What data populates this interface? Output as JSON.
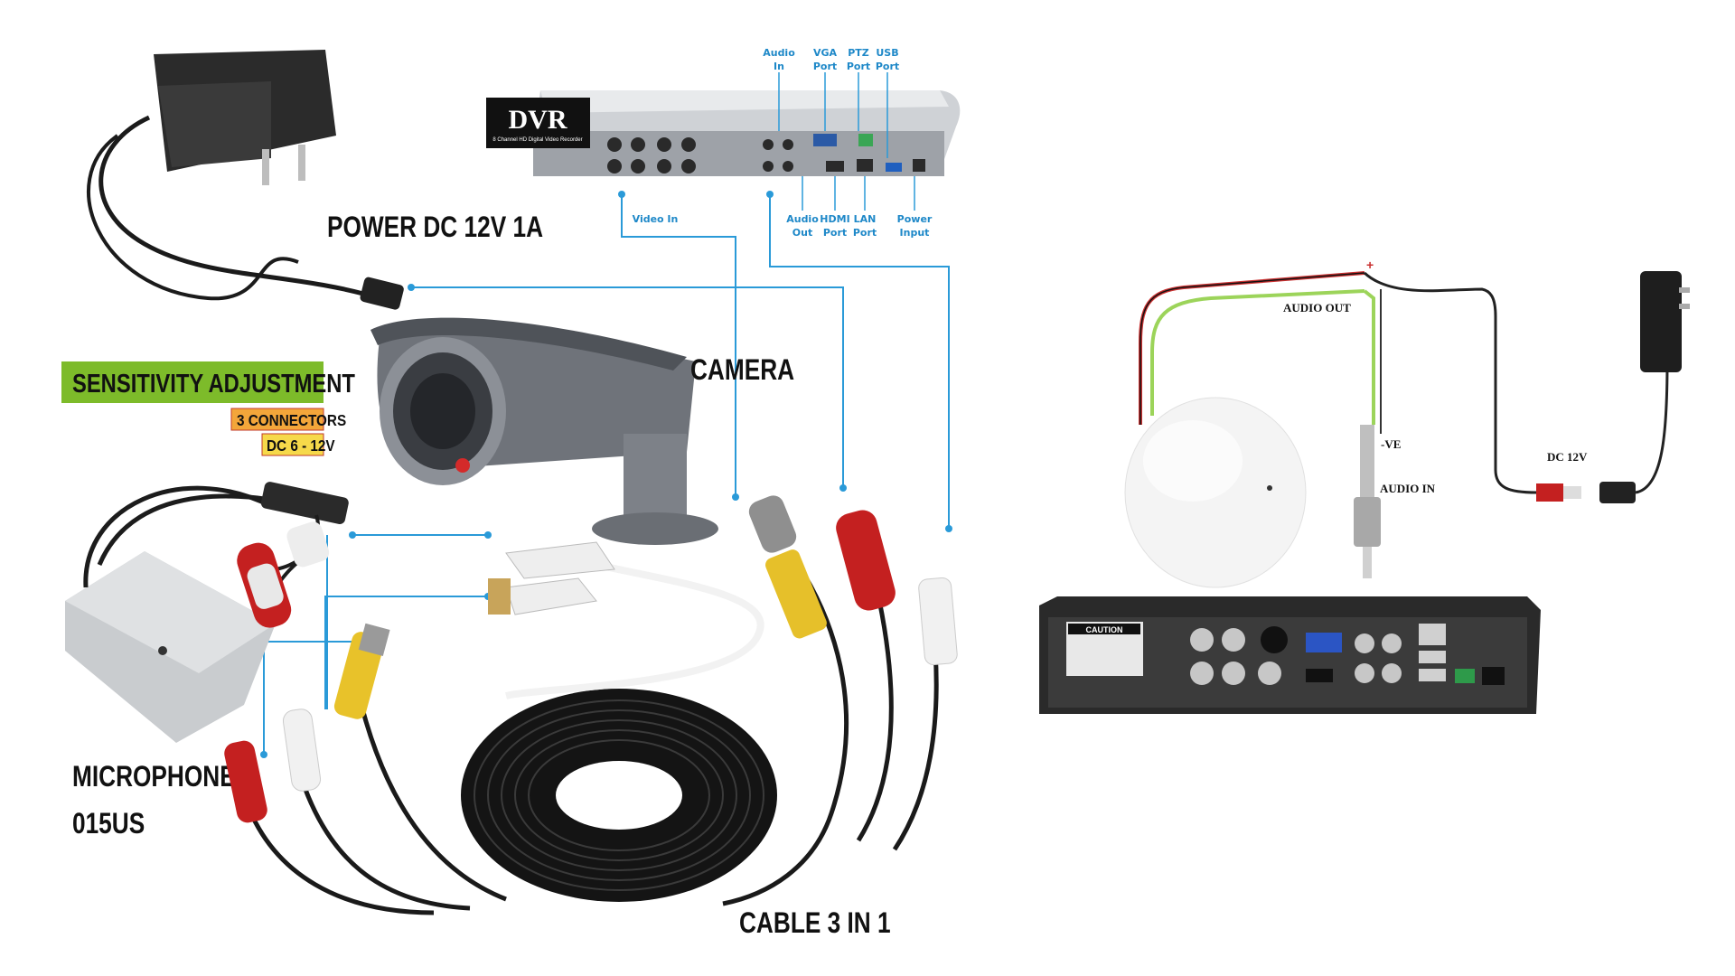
{
  "left_diagram": {
    "dvr": {
      "logo": "DVR",
      "subtitle": "8 Channel HD Digital Video Recorder",
      "ports_top": [
        {
          "line1": "Audio",
          "line2": "In"
        },
        {
          "line1": "VGA",
          "line2": "Port"
        },
        {
          "line1": "PTZ",
          "line2": "Port"
        },
        {
          "line1": "USB",
          "line2": "Port"
        }
      ],
      "ports_bottom": [
        {
          "line1": "Video In",
          "line2": ""
        },
        {
          "line1": "Audio",
          "line2": "Out"
        },
        {
          "line1": "HDMI",
          "line2": "Port"
        },
        {
          "line1": "LAN",
          "line2": "Port"
        },
        {
          "line1": "Power",
          "line2": "Input"
        }
      ]
    },
    "power_label": "POWER DC 12V 1A",
    "camera_label": "CAMERA",
    "sensitivity": {
      "title": "SENSITIVITY ADJUSTMENT",
      "connectors": "3 CONNECTORS",
      "voltage": "DC 6 - 12V"
    },
    "microphone_label_1": "MICROPHONE",
    "microphone_label_2": "015US",
    "cable_label": "CABLE 3 IN 1"
  },
  "right_diagram": {
    "audio_out": "AUDIO OUT",
    "ve": "-VE",
    "audio_in": "AUDIO IN",
    "dc": "DC 12V",
    "plus": "+",
    "caution": "CAUTION"
  },
  "colors": {
    "port_blue": "#1e88c8",
    "line_blue": "#2a9ad8",
    "sensitivity_green": "#7dbb2a",
    "connectors_orange": "#f3a63a",
    "voltage_yellow": "#f6d94a"
  }
}
